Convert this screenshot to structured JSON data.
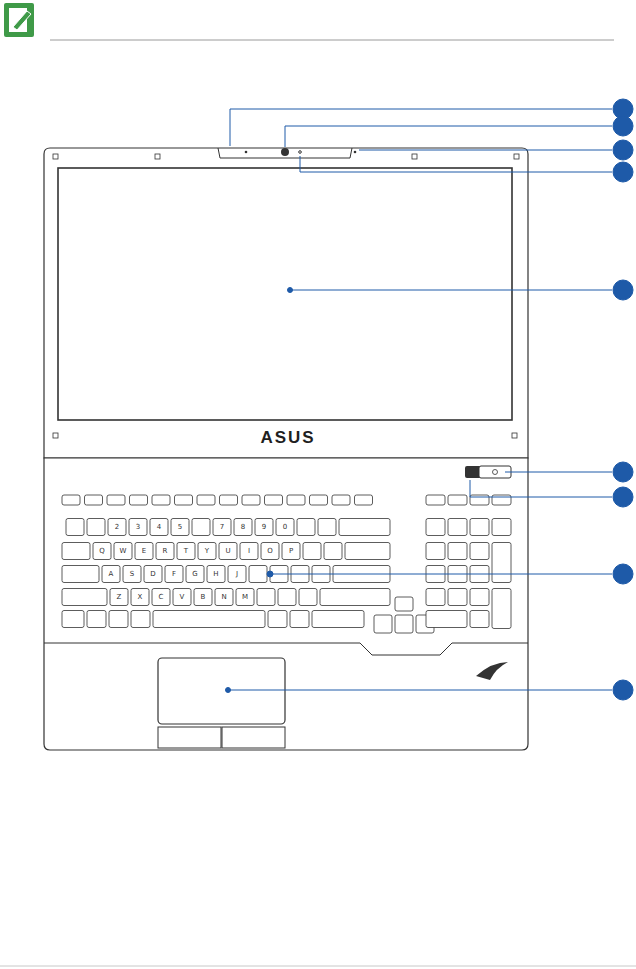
{
  "diagram": {
    "labels": [
      "ASUS",
      "2",
      "3",
      "4",
      "5",
      "7",
      "8",
      "9",
      "0",
      "Q",
      "W",
      "E",
      "R",
      "T",
      "Y",
      "U",
      "I",
      "O",
      "P",
      "A",
      "S",
      "D",
      "F",
      "G",
      "H",
      "J",
      "Z",
      "X",
      "C",
      "V",
      "B",
      "N",
      "M"
    ]
  }
}
